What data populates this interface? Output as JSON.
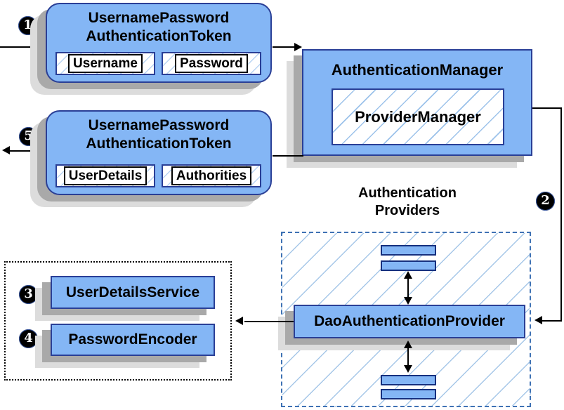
{
  "steps": {
    "s1": "1",
    "s2": "2",
    "s3": "3",
    "s4": "4",
    "s5": "5"
  },
  "request_token": {
    "title_line1": "UsernamePassword",
    "title_line2": "AuthenticationToken",
    "fields": [
      "Username",
      "Password"
    ]
  },
  "auth_manager": {
    "title": "AuthenticationManager",
    "inner_label": "ProviderManager"
  },
  "response_token": {
    "title_line1": "UsernamePassword",
    "title_line2": "AuthenticationToken",
    "fields": [
      "UserDetails",
      "Authorities"
    ]
  },
  "providers_group": {
    "label_line1": "Authentication",
    "label_line2": "Providers",
    "provider": "DaoAuthenticationProvider"
  },
  "services_group": {
    "items": [
      "UserDetailsService",
      "PasswordEncoder"
    ]
  },
  "colors": {
    "box_fill": "#84b6f5",
    "box_border": "#2a3f96",
    "hatch_line": "#9cc2ea",
    "dashed_border": "#3f72b4",
    "shadow_dark": "#a9a9a9",
    "shadow_light": "#dcdcdc",
    "connector": "#000000"
  }
}
